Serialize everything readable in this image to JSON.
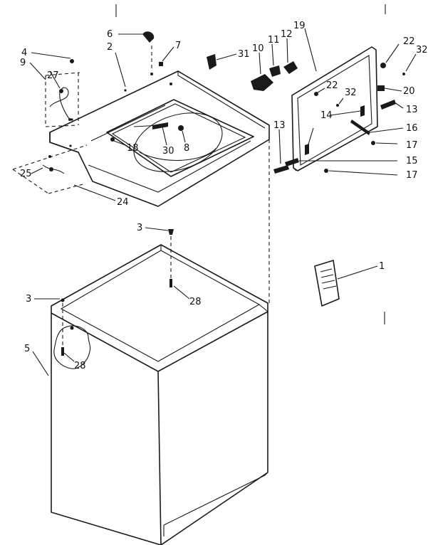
{
  "diagram": {
    "part_numbers": {
      "p1": "1",
      "p2": "2",
      "p3a": "3",
      "p3b": "3",
      "p4": "4",
      "p5": "5",
      "p6": "6",
      "p7": "7",
      "p8": "8",
      "p9": "9",
      "p10": "10",
      "p11": "11",
      "p12": "12",
      "p13a": "13",
      "p13b": "13",
      "p14": "14",
      "p15": "15",
      "p16": "16",
      "p17a": "17",
      "p17b": "17",
      "p18": "18",
      "p19": "19",
      "p20": "20",
      "p22a": "22",
      "p22b": "22",
      "p24": "24",
      "p25": "25",
      "p27": "27",
      "p28a": "28",
      "p28b": "28",
      "p30": "30",
      "p31": "31",
      "p32a": "32",
      "p32b": "32"
    }
  }
}
